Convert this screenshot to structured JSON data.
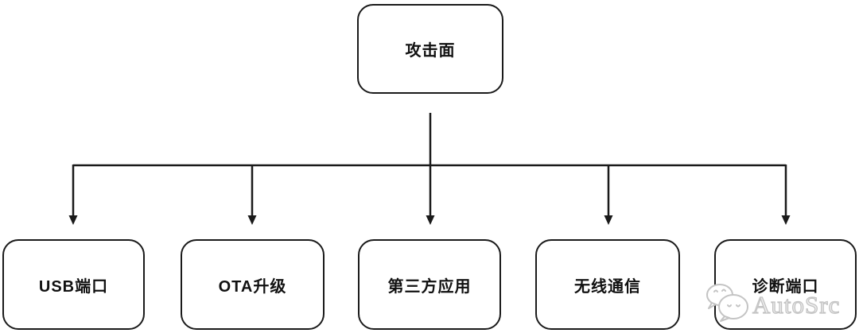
{
  "diagram": {
    "type": "tree",
    "root": {
      "id": "attack-surface",
      "label": "攻击面"
    },
    "children": [
      {
        "id": "usb-port",
        "label": "USB端口"
      },
      {
        "id": "ota-upgrade",
        "label": "OTA升级"
      },
      {
        "id": "third-party-app",
        "label": "第三方应用"
      },
      {
        "id": "wireless-comm",
        "label": "无线通信"
      },
      {
        "id": "diagnostic-port",
        "label": "诊断端口"
      }
    ],
    "edges": [
      {
        "from": "attack-surface",
        "to": "usb-port",
        "arrow": "down"
      },
      {
        "from": "attack-surface",
        "to": "ota-upgrade",
        "arrow": "down"
      },
      {
        "from": "attack-surface",
        "to": "third-party-app",
        "arrow": "down"
      },
      {
        "from": "attack-surface",
        "to": "wireless-comm",
        "arrow": "down"
      },
      {
        "from": "attack-surface",
        "to": "diagnostic-port",
        "arrow": "down"
      }
    ]
  },
  "watermark": {
    "text": "AutoSrc",
    "icon": "wechat-icon"
  },
  "colors": {
    "background": "#ffffff",
    "line": "#1a1a1a",
    "box_border": "#1a1a1a",
    "box_fill": "#ffffff",
    "label_text": "#111111",
    "watermark": "#c9c9c9"
  }
}
